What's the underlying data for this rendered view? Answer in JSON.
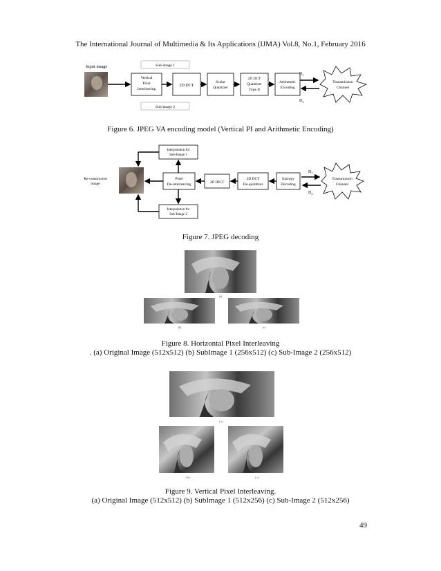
{
  "header": "The International Journal of Multimedia & Its Applications (IJMA) Vol.8, No.1, February 2016",
  "fig6": {
    "input_label": "Input image",
    "sub1": "Sub-image 1",
    "sub2": "Sub-image 2",
    "vpi": [
      "Vertical",
      "Pixel",
      "Interleaving"
    ],
    "dct": "2D DCT",
    "scalar": [
      "Scalar",
      "Quantizer"
    ],
    "dctq": [
      "2D DCT",
      "Quantizer",
      "Type II"
    ],
    "arith": [
      "Arithmetic",
      "Encoding"
    ],
    "d1": "D",
    "d1sub": "1",
    "d2": "D",
    "d2sub": "2",
    "channel": [
      "Transmission",
      "Channel"
    ],
    "caption": "Figure 6.  JPEG VA encoding model (Vertical PI and Arithmetic Encoding)"
  },
  "fig7": {
    "interp1": [
      "Interpolation for",
      "Sub-Image 1"
    ],
    "interp2": [
      "Interpolation for",
      "Sub-Image 2"
    ],
    "recon": [
      "Re-constructed",
      "image"
    ],
    "deint": [
      "Pixel",
      "De-interleaving"
    ],
    "idct": "2D IDCT",
    "dequant": [
      "2D DCT",
      "De-quantizer"
    ],
    "entropy": [
      "Entropy",
      "Decoding"
    ],
    "d1": "D",
    "d1sub": "1",
    "d2": "D",
    "d2sub": "2",
    "channel": [
      "Transmission",
      "Channel"
    ],
    "caption": "Figure 7.  JPEG decoding"
  },
  "fig8": {
    "label_a": "(a)",
    "label_b": "(b)",
    "label_c": "(c)",
    "caption1": "Figure 8.  Horizontal Pixel Interleaving",
    "caption2": ". (a) Original Image (512x512)  (b) SubImage 1 (256x512)  (c) Sub-Image 2 (256x512)"
  },
  "fig9": {
    "label_a": "( a )",
    "label_b": "( b )",
    "label_c": "( c )",
    "caption1": "Figure 9.  Vertical Pixel Interleaving.",
    "caption2": "(a) Original Image (512x512) (b) SubImage 1 (512x256) (c) Sub-Image 2 (512x256)"
  },
  "page_number": "49"
}
